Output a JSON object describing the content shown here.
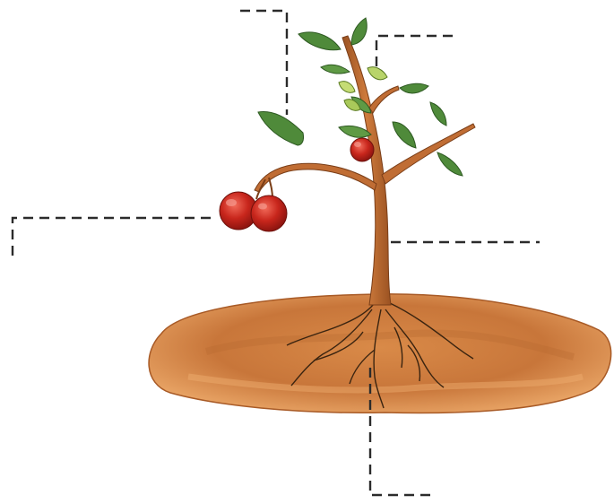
{
  "diagram": {
    "subject": "plant",
    "leader_lines": [
      {
        "id": "leaf-leader",
        "points_to": "leaf"
      },
      {
        "id": "flower-leader",
        "points_to": "flower"
      },
      {
        "id": "fruit-leader",
        "points_to": "fruit"
      },
      {
        "id": "stem-leader",
        "points_to": "stem"
      },
      {
        "id": "root-leader",
        "points_to": "root"
      }
    ],
    "labels": [
      "",
      "",
      "",
      "",
      ""
    ]
  },
  "colors": {
    "soil_dark": "#b3622b",
    "soil_light": "#e59a56",
    "stem": "#c06d34",
    "stem_shadow": "#8c4a1f",
    "leaf": "#4f8a3a",
    "leaf_light": "#7fb35a",
    "bud": "#b8d46a",
    "fruit": "#c8261c",
    "fruit_highlight": "#f07a6a",
    "leader": "#2b2b2b"
  }
}
